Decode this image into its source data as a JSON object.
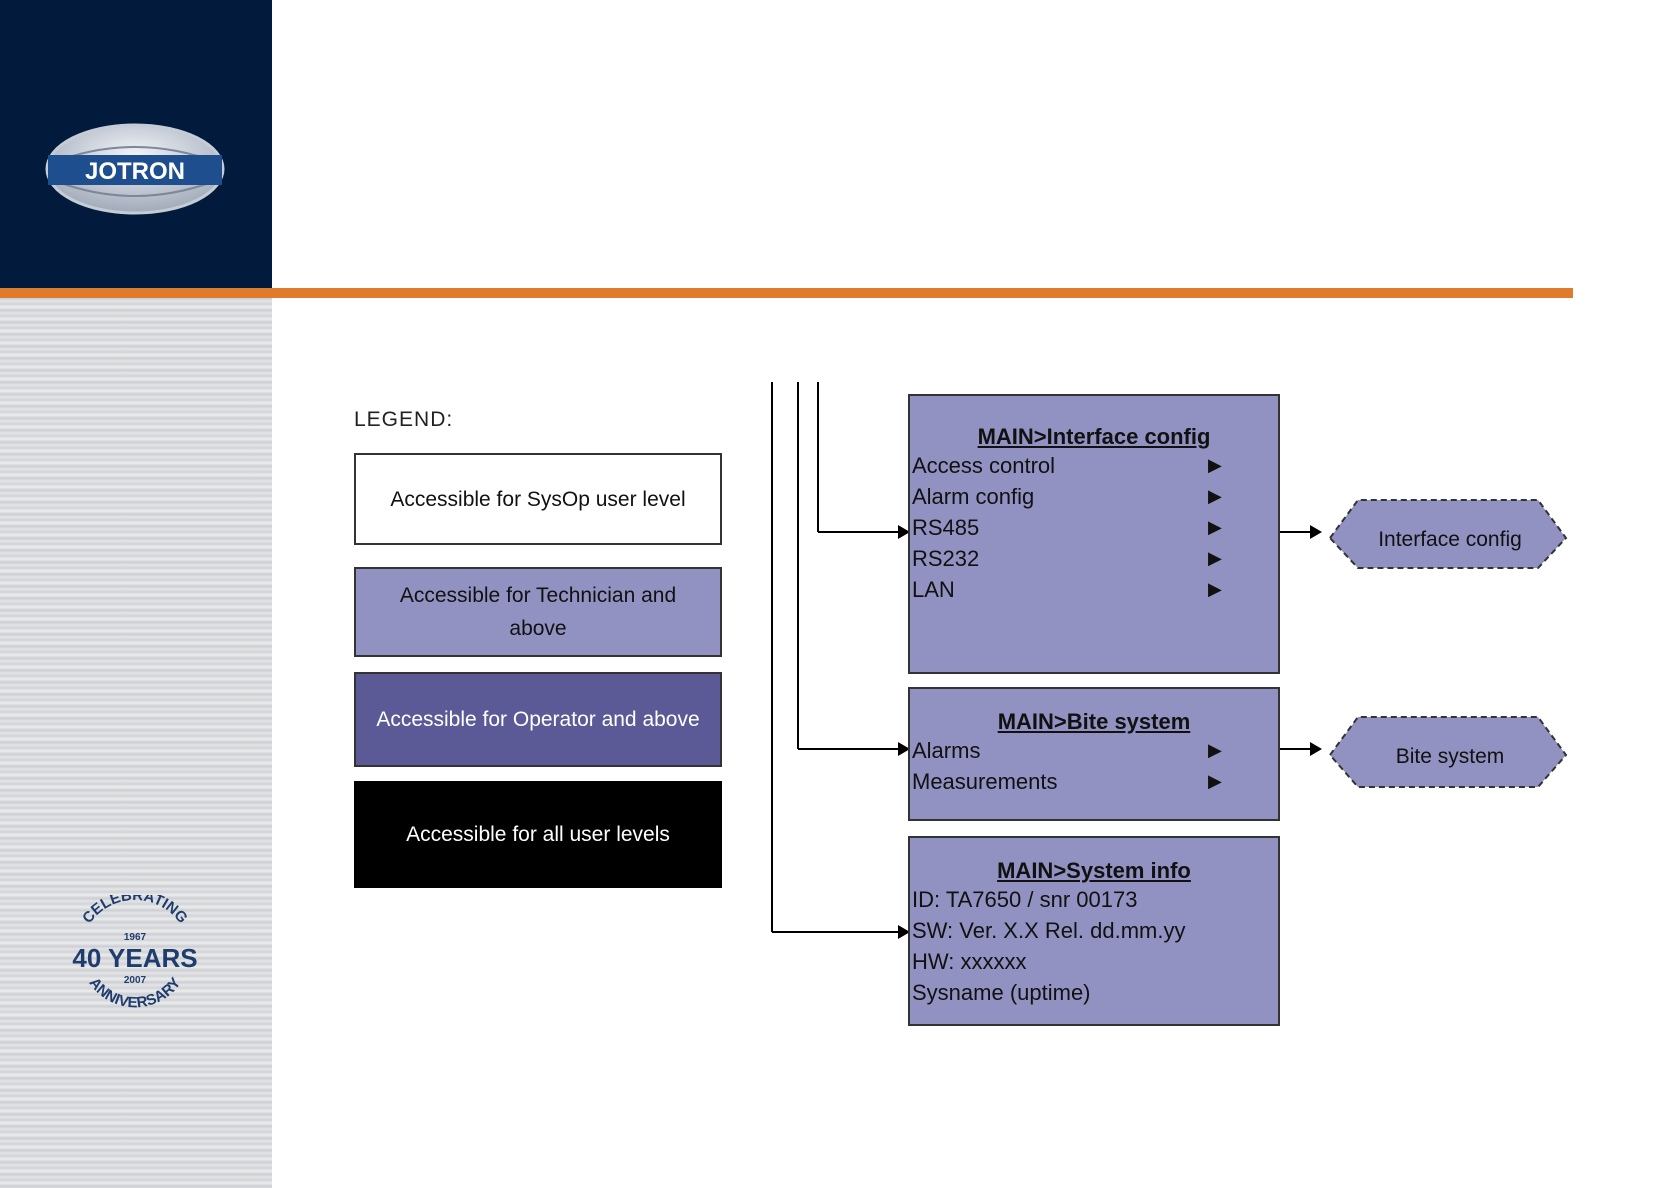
{
  "brand": {
    "logo_text": "JOTRON",
    "anniversary": {
      "line1": "CELEBRATING",
      "year_start": "1967",
      "years": "40 YEARS",
      "year_end": "2007",
      "line2": "ANNIVERSARY"
    }
  },
  "colors": {
    "navy": "#021a3c",
    "orange": "#e07a2c",
    "technician": "#9292c2",
    "operator": "#5b5a96",
    "all": "#000000",
    "sysop": "#ffffff"
  },
  "legend": {
    "title": "LEGEND:",
    "items": [
      {
        "label": "Accessible for SysOp user level"
      },
      {
        "label": "Accessible for Technician and above"
      },
      {
        "label": "Accessible for Operator and above"
      },
      {
        "label": "Accessible for all user levels"
      }
    ]
  },
  "menus": {
    "interface": {
      "title": "MAIN>Interface config",
      "items": [
        "Access control",
        "Alarm config",
        "RS485",
        "RS232",
        "LAN"
      ],
      "target": "Interface config"
    },
    "bite": {
      "title": "MAIN>Bite system",
      "items": [
        "Alarms",
        "Measurements"
      ],
      "target": "Bite system"
    },
    "sysinfo": {
      "title": "MAIN>System info",
      "items": [
        "ID: TA7650 / snr 00173",
        "SW: Ver. X.X Rel. dd.mm.yy",
        "HW: xxxxxx",
        "Sysname (uptime)"
      ]
    }
  }
}
